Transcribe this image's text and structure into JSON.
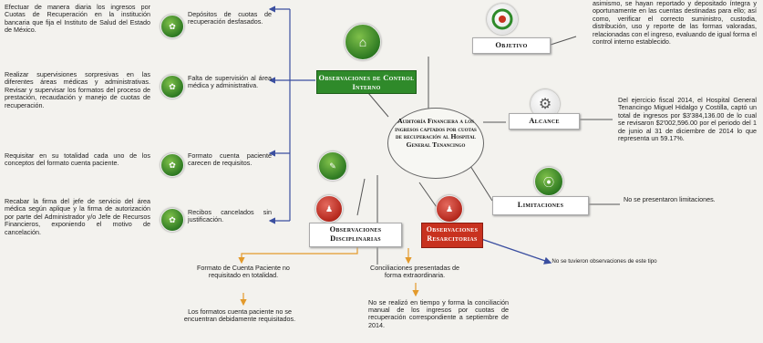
{
  "left_items": [
    {
      "text": "Efectuar de manera diaria los ingresos por Cuotas de Recuperación en la institución bancaria que fija el Instituto de Salud del Estado de México.",
      "label": "Depósitos de cuotas de recuperación desfasados."
    },
    {
      "text": "Realizar supervisiones sorpresivas en las diferentes áreas médicas y administrativas. Revisar y supervisar los formatos del proceso de prestación, recaudación y manejo de cuotas de recuperación.",
      "label": "Falta de supervisión al área médica y administrativa."
    },
    {
      "text": "Requisitar en su totalidad cada uno de los conceptos del formato cuenta paciente.",
      "label": "Formato cuenta paciente carecen de requisitos."
    },
    {
      "text": "Recabar la firma del jefe de servicio del área médica según aplique y la firma de autorización por parte del Administrador y/o Jefe de Recursos Financieros, exponiendo el motivo de cancelación.",
      "label": "Recibos cancelados sin justificación."
    }
  ],
  "center": {
    "title": "Auditoría Financiera a los ingresos captados por cuotas de recuperación al Hospital General Tenancingo",
    "control_interno": "Observaciones de Control Interno",
    "objetivo": "Objetivo",
    "alcance": "Alcance",
    "limitaciones": "Limitaciones",
    "disciplinarias": "Observaciones Disciplinarias",
    "resarcitorias": "Observaciones Resarcitorias"
  },
  "right": {
    "objetivo_text": "asimismo, se hayan reportado y depositado íntegra y oportunamente en las cuentas destinadas para ello; así como, verificar el correcto suministro, custodia, distribución, uso y reporte de las formas valoradas, relacionadas con el ingreso, evaluando de igual forma el control interno establecido.",
    "alcance_text": "Del ejercicio fiscal 2014, el Hospital General Tenancingo Miguel Hidalgo y Costilla, captó un total de ingresos por $3'384,136.00 de lo cual se revisaron $2'002,596.00 por el periodo del 1 de junio al 31 de diciembre de 2014 lo que representa un 59.17%.",
    "limitaciones_text": "No se presentaron limitaciones.",
    "resarcitorias_note": "No se tuvieron observaciones de este tipo"
  },
  "bottom": {
    "disc_1": "Formato de Cuenta Paciente no requisitado en totalidad.",
    "disc_2": "Los formatos cuenta paciente no se encuentran debidamente requisitados.",
    "res_1": "Conciliaciones presentadas de forma extraordinaria.",
    "res_2": "No se realizó en tiempo y forma la conciliación manual de los ingresos por cuotas de recuperación correspondiente a septiembre de 2014."
  },
  "colors": {
    "green": "#2f8a2a",
    "red": "#c8321f",
    "arrow_orange": "#e39a2c",
    "arrow_blue": "#3b4fa0"
  }
}
